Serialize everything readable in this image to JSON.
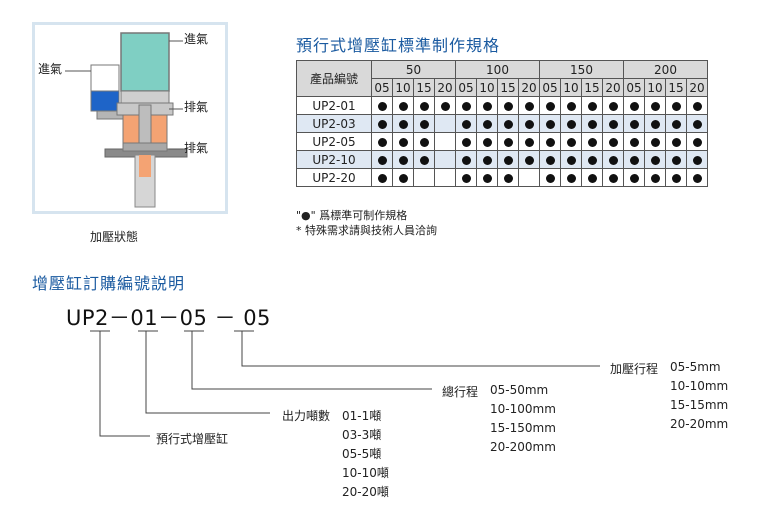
{
  "diagram": {
    "label_inlet_top": "進氣",
    "label_inlet_left": "進氣",
    "label_exhaust_mid": "排氣",
    "label_exhaust_bottom": "排氣",
    "caption": "加壓狀態"
  },
  "spec": {
    "title": "預行式增壓缸標準制作規格",
    "col_model": "產品編號",
    "groups": [
      "50",
      "100",
      "150",
      "200"
    ],
    "subcols": [
      "05",
      "10",
      "15",
      "20"
    ],
    "rows": [
      {
        "model": "UP2-01",
        "cells": [
          1,
          1,
          1,
          1,
          1,
          1,
          1,
          1,
          1,
          1,
          1,
          1,
          1,
          1,
          1,
          1
        ]
      },
      {
        "model": "UP2-03",
        "cells": [
          1,
          1,
          1,
          0,
          1,
          1,
          1,
          1,
          1,
          1,
          1,
          1,
          1,
          1,
          1,
          1
        ]
      },
      {
        "model": "UP2-05",
        "cells": [
          1,
          1,
          1,
          0,
          1,
          1,
          1,
          1,
          1,
          1,
          1,
          1,
          1,
          1,
          1,
          1
        ]
      },
      {
        "model": "UP2-10",
        "cells": [
          1,
          1,
          1,
          0,
          1,
          1,
          1,
          1,
          1,
          1,
          1,
          1,
          1,
          1,
          1,
          1
        ]
      },
      {
        "model": "UP2-20",
        "cells": [
          1,
          1,
          0,
          0,
          1,
          1,
          1,
          0,
          1,
          1,
          1,
          1,
          1,
          1,
          1,
          1
        ]
      }
    ],
    "note1": "\"●\" 爲標準可制作規格",
    "note2": "* 特殊需求請與技術人員洽詢"
  },
  "order": {
    "title": "增壓缸訂購編號説明",
    "code": "UP2－01－05 － 05",
    "type_label": "預行式增壓缸",
    "nozzle_label": "出力噸數",
    "nozzle_options": [
      "01-1噸",
      "03-3噸",
      "05-5噸",
      "10-10噸",
      "20-20噸"
    ],
    "total_label": "總行程",
    "total_options": [
      "05-50mm",
      "10-100mm",
      "15-150mm",
      "20-200mm"
    ],
    "press_label": "加壓行程",
    "press_options": [
      "05-5mm",
      "10-10mm",
      "15-15mm",
      "20-20mm"
    ]
  }
}
